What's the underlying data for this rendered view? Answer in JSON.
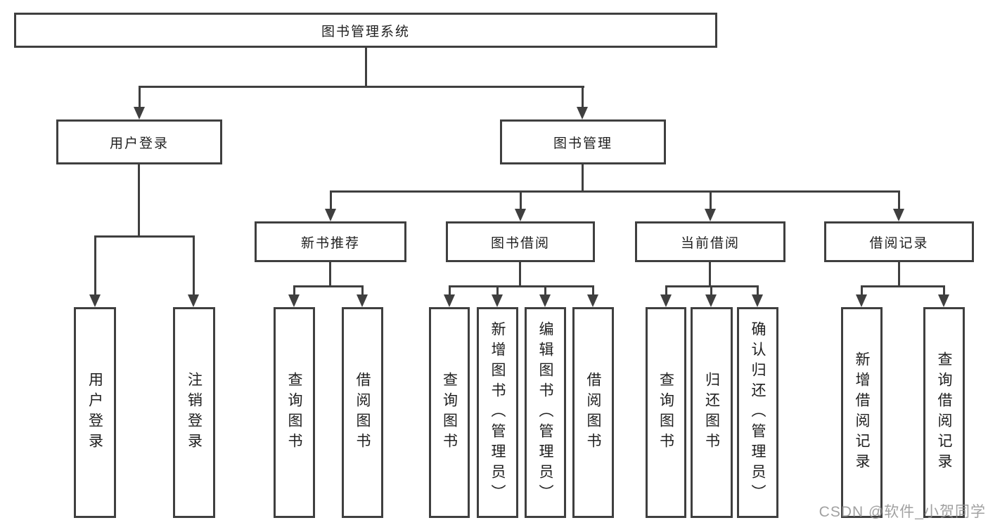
{
  "diagram": {
    "root": {
      "label": "图书管理系统",
      "children": [
        {
          "label": "用户登录",
          "children": [
            {
              "label": "用户登录"
            },
            {
              "label": "注销登录"
            }
          ]
        },
        {
          "label": "图书管理",
          "children": [
            {
              "label": "新书推荐",
              "children": [
                {
                  "label": "查询图书"
                },
                {
                  "label": "借阅图书"
                }
              ]
            },
            {
              "label": "图书借阅",
              "children": [
                {
                  "label": "查询图书"
                },
                {
                  "label": "新增图书（管理员）"
                },
                {
                  "label": "编辑图书（管理员）"
                },
                {
                  "label": "借阅图书"
                }
              ]
            },
            {
              "label": "当前借阅",
              "children": [
                {
                  "label": "查询图书"
                },
                {
                  "label": "归还图书"
                },
                {
                  "label": "确认归还（管理员）"
                }
              ]
            },
            {
              "label": "借阅记录",
              "children": [
                {
                  "label": "新增借阅记录"
                },
                {
                  "label": "查询借阅记录"
                }
              ]
            }
          ]
        }
      ]
    },
    "watermark": "CSDN @软件_小贺同学",
    "colors": {
      "line": "#3f3f3f",
      "text": "#1f1f1f",
      "watermark": "#919191",
      "background": "#ffffff"
    }
  }
}
